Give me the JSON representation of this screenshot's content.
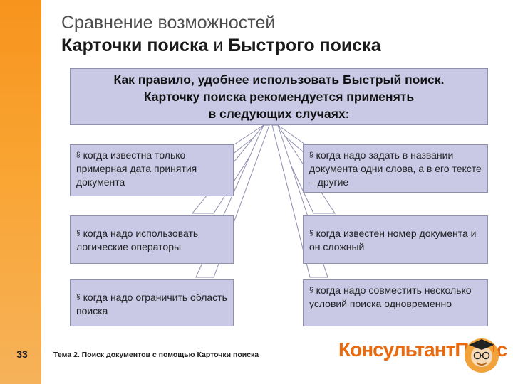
{
  "title": {
    "line1": "Сравнение возможностей",
    "line2_bold1": "Карточки поиска",
    "line2_conj": " и ",
    "line2_bold2": "Быстрого поиска"
  },
  "main_box": {
    "line1": "Как правило, удобнее использовать Быстрый поиск.",
    "line2": "Карточку поиска рекомендуется применять",
    "line3": "в следующих случаях:"
  },
  "bullet_symbol": "§",
  "left_boxes": [
    {
      "text": "когда известна только примерная дата принятия документа"
    },
    {
      "text": "когда надо использовать логические операторы"
    },
    {
      "text": "когда надо ограничить область поиска"
    }
  ],
  "right_boxes": [
    {
      "text": "когда надо задать в названии документа одни слова, а в его тексте – другие"
    },
    {
      "text": "когда известен номер документа и он сложный"
    },
    {
      "text": "когда надо совместить несколько условий поиска одновременно"
    }
  ],
  "footer": {
    "page_number": "33",
    "topic": "Тема 2. Поиск документов с помощью Карточки поиска"
  },
  "logo": {
    "part1": "Консультант",
    "part2": "Плюс"
  },
  "colors": {
    "accent_bar": "#f7941d",
    "box_fill": "#c9c9e6",
    "logo": "#e8690e"
  }
}
